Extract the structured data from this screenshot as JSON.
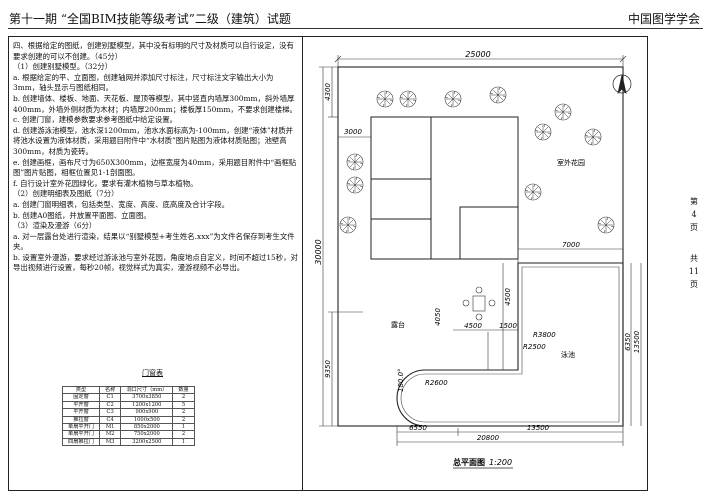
{
  "header": {
    "title": "第十一期 “全国BIM技能等级考试”二级（建筑）试题",
    "org": "中国图学学会"
  },
  "instructions": [
    "四、根据给定的图纸，创建别墅模型，其中没有标明的尺寸及材质可以自行设定，没有要求创建的可以不创建。（45分）",
    "（1）创建别墅模型。（32分）",
    "a. 根据给定的平、立面图，创建轴网并添加尺寸标注，尺寸标注文字输出大小为3mm，轴头显示与图纸相同。",
    "b. 创建墙体、楼板、地面、天花板、屋顶等模型，其中竖直内墙厚300mm，斜外墙厚400mm，外墙外侧材质为木材；内墙厚200mm；楼板厚150mm，不要求创建楼梯。",
    "c. 创建门窗，建模参数要求参考图纸中给定设置。",
    "d. 创建游泳池模型，池水深1200mm，池水水面标高为-100mm，创建“液体”材质并将池水设置为液体材质，采用题目附件中“水材质”图片贴图为液体材质贴图；池壁高300mm，材质为瓷砖。",
    "e. 创建画框，画布尺寸为650X300mm，边框宽度为40mm，采用题目附件中“画框贴图”图片贴图，相框位置见1-1剖面图。",
    "f. 自行设计室外花园绿化，要求有灌木植物与草本植物。",
    "（2）创建明细表及图纸（7分）",
    "a. 创建门窗明细表，包括类型、宽度、高度、底高度及合计字段。",
    "b. 创建A0图纸，并放置平面图、立面图。",
    "（3）渲染及漫游（6分）",
    "a. 对一层露台处进行渲染，结果以“别墅模型+考生姓名.xxx”为文件名保存到考生文件夹。",
    "b. 设置室外漫游，要求经过游泳池与室外花园，角度地点自定义，时间不超过15秒，对导出视频进行设置，每秒20帧，视觉样式为真实，漫游视频不必导出。"
  ],
  "door_table": {
    "title": "门窗表",
    "headers": [
      "类型",
      "名称",
      "洞口尺寸（mm）",
      "数量"
    ],
    "rows": [
      [
        "固定窗",
        "C1",
        "3700x3850",
        "2"
      ],
      [
        "平开窗",
        "C2",
        "1200x1200",
        "5"
      ],
      [
        "平开窗",
        "C3",
        "900x900",
        "2"
      ],
      [
        "推拉窗",
        "C4",
        "1000x500",
        "2"
      ],
      [
        "单扇平开门",
        "M1",
        "850x2000",
        "1"
      ],
      [
        "单扇平开门",
        "M2",
        "750x2000",
        "2"
      ],
      [
        "四扇推拉门",
        "M3",
        "3200x2500",
        "1"
      ]
    ]
  },
  "sidebar": {
    "page_chars": [
      "第",
      "4",
      "页"
    ],
    "total_chars": [
      "共",
      "11",
      "页"
    ]
  },
  "plan": {
    "dims": {
      "top_total": "25000",
      "top_left": "3000",
      "left_top": "4300",
      "left_total": "30000",
      "left_lower": "9350",
      "pool_top": "7000",
      "pool_right1": "6350",
      "pool_right2": "13500",
      "pool_step_v": "4500",
      "pool_step_v2": "4050",
      "pool_step_h": "4500",
      "pool_step_h2": "1500",
      "bottom_left": "6550",
      "bottom_mid": "13500",
      "bottom_total": "20800",
      "r1": "R3800",
      "r2": "R2500",
      "r3": "R2600",
      "angle": "180.0°"
    },
    "labels": {
      "garden": "室外花园",
      "terrace": "露台",
      "pool": "泳池",
      "title": "总平面图",
      "scale": "1:200"
    }
  }
}
